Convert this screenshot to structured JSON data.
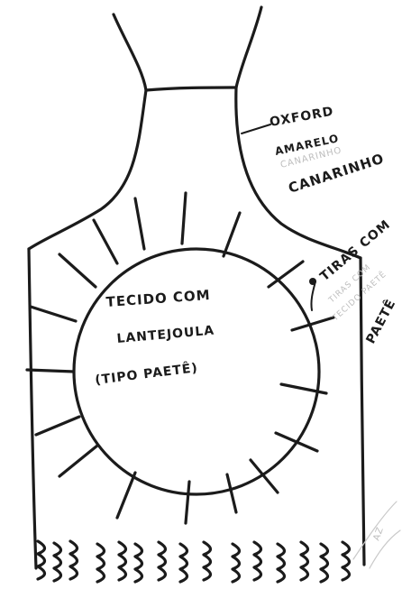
{
  "center_text": {
    "line1": "TECIDO COM",
    "line2": "LANTEJOULA",
    "line3": "(TIPO PAETÊ)"
  },
  "neck_note": {
    "line1": "OXFORD",
    "line2": "AMARELO",
    "line3_faint": "CANARINHO",
    "line4": "CANARINHO"
  },
  "side_note": {
    "line1": "TIRAS COM",
    "line2_faint": "TIRAS COM",
    "line3_faint": "TECIDO PAETÊ",
    "line4": "PAETÊ"
  },
  "corner_faint_text": "AZ"
}
